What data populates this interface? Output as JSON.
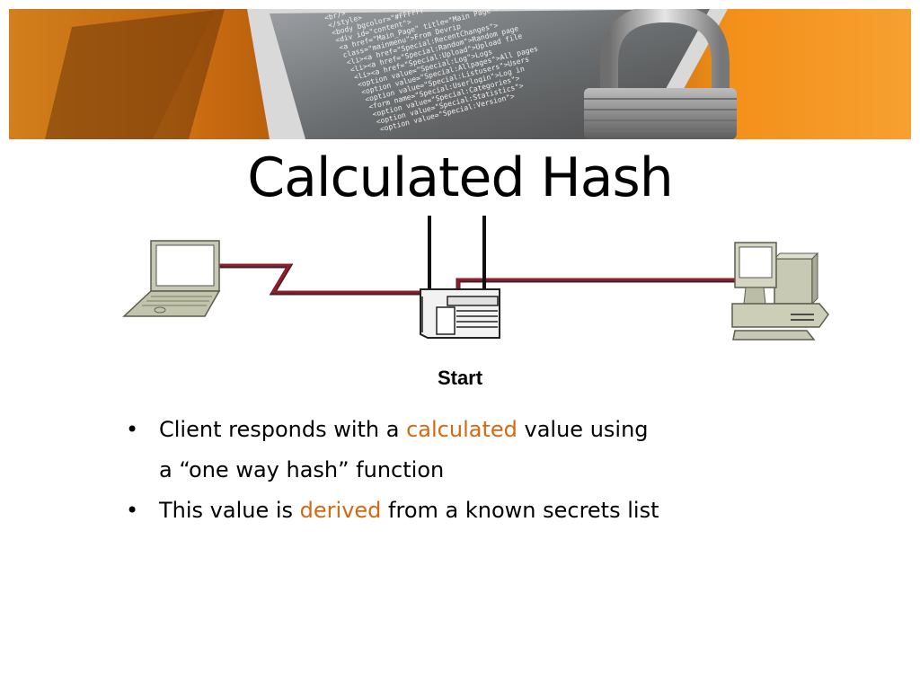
{
  "slide": {
    "title": "Calculated Hash",
    "diagram_label": "Start",
    "bullets": [
      {
        "pre": "Client responds with a ",
        "highlight": "calculated",
        "post": " value using",
        "cont": "a “one way hash” function"
      },
      {
        "pre": "This value is ",
        "highlight": "derived",
        "post": " from a known  secrets list",
        "cont": ""
      }
    ]
  },
  "banner": {
    "image": "code-screen-with-padlock",
    "code_lines": [
      "<br/>",
      "</style>",
      "<body bgcolor=\"#FFFFFF\"",
      "<div id=\"content\">",
      "<a href=\"Main_Page\" title=\"Main Page\">",
      "class=\"mainmenu\">From Devrip",
      "<li><a href=\"Special:RecentChanges\">",
      "<li><a href=\"Special:Random\">Random page",
      "<li><a href=\"Special:Upload\">Upload file",
      "<option value=\"Special:Log\">Logs",
      "<option value=\"Special:Allpages\">All pages",
      "<option value=\"Special:Listusers\">Users",
      "<form name=\"Special:Userlogin\">Log in",
      "<option value=\"Special:Categories\">",
      "<option value=\"Special:Statistics\">",
      "<option value=\"Special:Version\">"
    ]
  },
  "colors": {
    "highlight": "#d16a12",
    "cable": "#a11628",
    "banner_orange": "#f08a12"
  },
  "icons": [
    "laptop-icon",
    "wireless-access-point-icon",
    "server-computer-icon"
  ]
}
